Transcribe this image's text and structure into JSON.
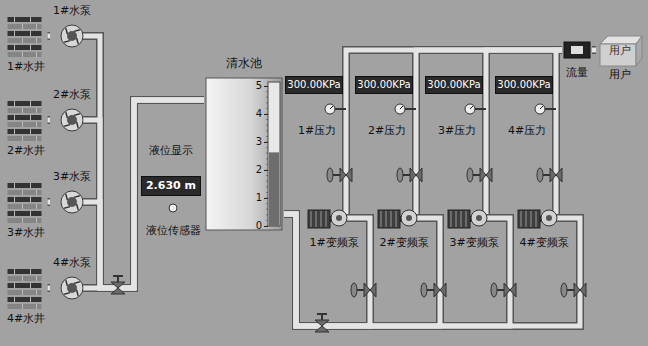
{
  "diagram": {
    "nodes": [
      {
        "text": [
          "1#水井"
        ]
      },
      {
        "text": [
          "1#水泵"
        ]
      },
      {
        "text": [
          "2#水井"
        ]
      },
      {
        "text": [
          "2#水泵"
        ]
      },
      {
        "text": [
          "3#水井"
        ]
      },
      {
        "text": [
          "3#水泵"
        ]
      },
      {
        "text": [
          "4#水井"
        ]
      },
      {
        "text": [
          "4#水泵"
        ]
      },
      {
        "text": [
          "清水池"
        ]
      },
      {
        "text": [
          "液位显示",
          "2.630 m"
        ]
      },
      {
        "text": [
          "液位传感器"
        ]
      },
      {
        "text": [
          "300.00KPa"
        ]
      },
      {
        "text": [
          "300.00KPa"
        ]
      },
      {
        "text": [
          "300.00KPa"
        ]
      },
      {
        "text": [
          "300.00KPa"
        ]
      },
      {
        "text": [
          "1#压力"
        ]
      },
      {
        "text": [
          "2#压力"
        ]
      },
      {
        "text": [
          "3#压力"
        ]
      },
      {
        "text": [
          "4#压力"
        ]
      },
      {
        "text": [
          "1#变频泵"
        ]
      },
      {
        "text": [
          "2#变频泵"
        ]
      },
      {
        "text": [
          "3#变频泵"
        ]
      },
      {
        "text": [
          "4#变频泵"
        ]
      },
      {
        "text": [
          "流量"
        ]
      },
      {
        "text": [
          "用户",
          "用户"
        ]
      }
    ],
    "edges": [
      {
        "from": 0,
        "to": 1,
        "arrow": "none"
      },
      {
        "from": 2,
        "to": 3,
        "arrow": "none"
      },
      {
        "from": 4,
        "to": 5,
        "arrow": "none"
      },
      {
        "from": 6,
        "to": 7,
        "arrow": "none"
      },
      {
        "from": 1,
        "to": 8,
        "arrow": "none"
      },
      {
        "from": 3,
        "to": 8,
        "arrow": "none"
      },
      {
        "from": 5,
        "to": 8,
        "arrow": "none"
      },
      {
        "from": 7,
        "to": 8,
        "arrow": "none"
      },
      {
        "from": 8,
        "to": 19,
        "arrow": "none"
      },
      {
        "from": 8,
        "to": 20,
        "arrow": "none"
      },
      {
        "from": 8,
        "to": 21,
        "arrow": "none"
      },
      {
        "from": 8,
        "to": 22,
        "arrow": "none"
      },
      {
        "from": 19,
        "to": 23,
        "arrow": "none"
      },
      {
        "from": 20,
        "to": 23,
        "arrow": "none"
      },
      {
        "from": 21,
        "to": 23,
        "arrow": "none"
      },
      {
        "from": 22,
        "to": 23,
        "arrow": "none"
      },
      {
        "from": 23,
        "to": 24,
        "arrow": "none"
      }
    ],
    "labels": [
      "5",
      "4",
      "3",
      "2",
      "1",
      "0"
    ]
  }
}
